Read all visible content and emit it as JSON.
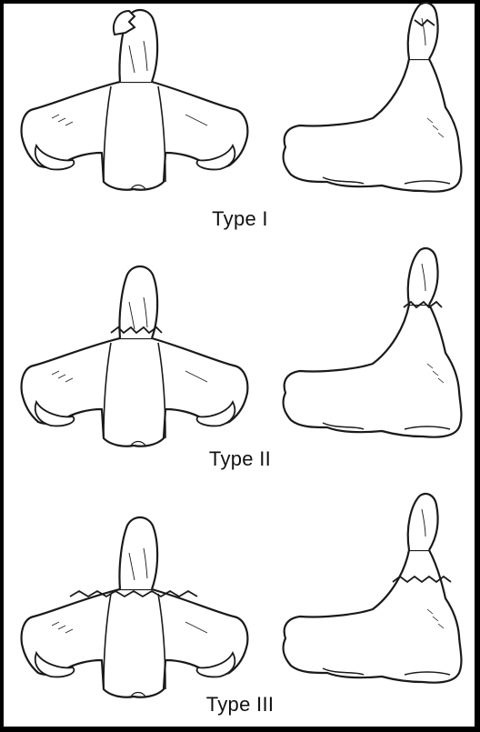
{
  "labels": {
    "type1": "Type I",
    "type2": "Type II",
    "type3": "Type III"
  },
  "colors": {
    "line": "#1a1a1a",
    "bone": "#ffffff",
    "frame": "#000000"
  }
}
